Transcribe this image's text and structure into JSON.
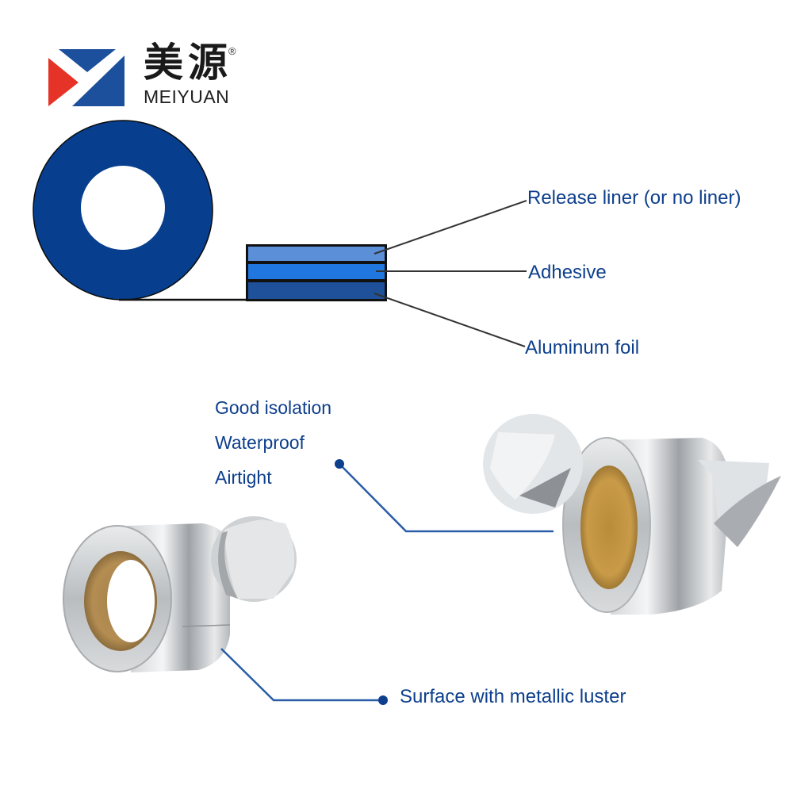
{
  "brand": {
    "name_cn": "美源",
    "registered_mark": "®",
    "name_en": "MEIYUAN",
    "colors": {
      "blue": "#1c4f9c",
      "red": "#e63327"
    }
  },
  "structure_diagram": {
    "roll_color": "#073f8e",
    "layers": [
      {
        "label": "Release liner (or no liner)",
        "color": "#5b8fd8"
      },
      {
        "label": "Adhesive",
        "color": "#2177e0"
      },
      {
        "label": "Aluminum foil",
        "color": "#1e5199"
      }
    ]
  },
  "features": {
    "items": [
      "Good isolation",
      "Waterproof",
      "Airtight"
    ],
    "surface_label": "Surface with metallic luster"
  },
  "accent_color": "#0d3f8c"
}
